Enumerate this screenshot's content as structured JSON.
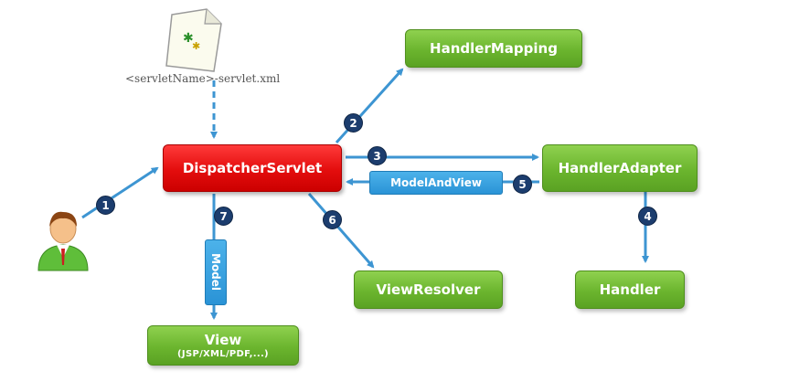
{
  "config_file": {
    "label": "<servletName>-servlet.xml"
  },
  "nodes": {
    "dispatcher": {
      "label": "DispatcherServlet"
    },
    "handler_mapping": {
      "label": "HandlerMapping"
    },
    "handler_adapter": {
      "label": "HandlerAdapter"
    },
    "handler": {
      "label": "Handler"
    },
    "view_resolver": {
      "label": "ViewResolver"
    },
    "view": {
      "label": "View",
      "sublabel": "(JSP/XML/PDF,...)"
    }
  },
  "payloads": {
    "model_and_view": "ModelAndView",
    "model": "Model"
  },
  "steps": [
    "1",
    "2",
    "3",
    "4",
    "5",
    "6",
    "7"
  ],
  "colors": {
    "arrow": "#3d95d2",
    "badge": "#1c3d6e",
    "green": "#6bb52e",
    "red": "#e30d0d",
    "blue": "#2a93d6"
  }
}
